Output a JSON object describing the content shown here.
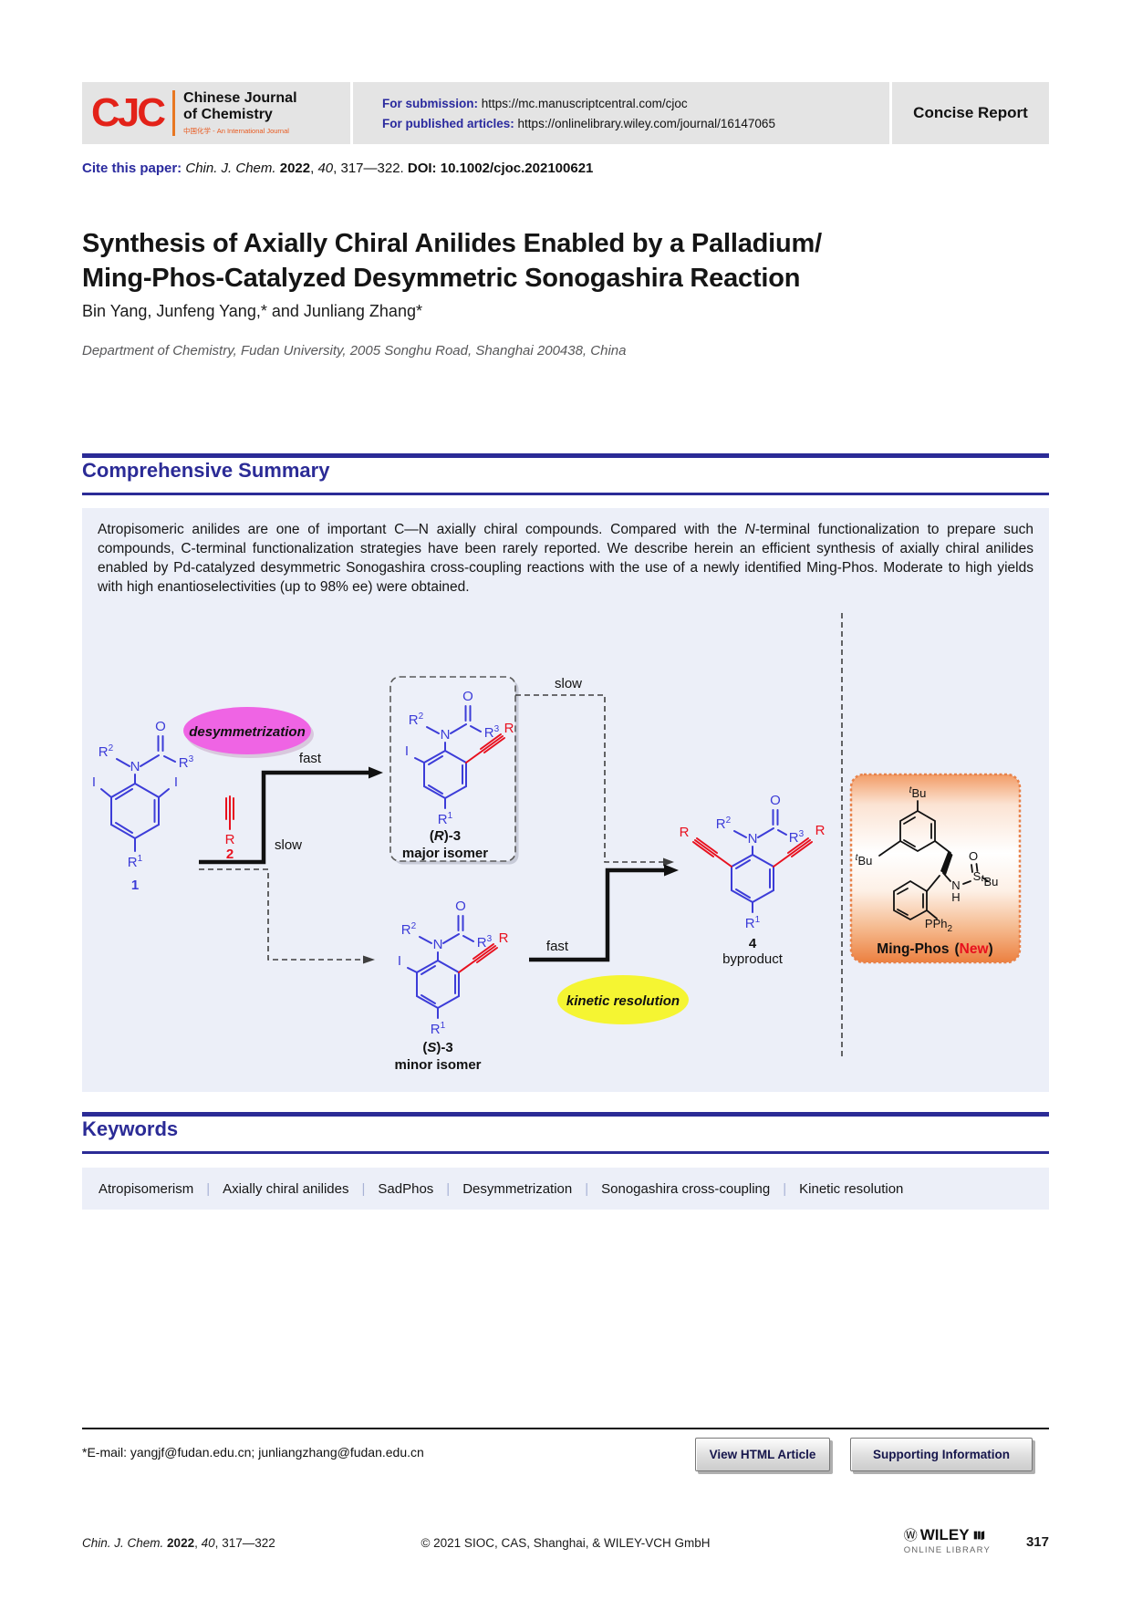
{
  "header": {
    "logo_acronym": "CJC",
    "logo_name_line1": "Chinese Journal",
    "logo_name_line2": "of Chemistry",
    "logo_subtitle": "中国化学 - An International Journal",
    "submission_label": "For submission:",
    "submission_url": "https://mc.manuscriptcentral.com/cjoc",
    "published_label": "For published articles:",
    "published_url": "https://onlinelibrary.wiley.com/journal/16147065",
    "article_type": "Concise Report"
  },
  "citation": {
    "label": "Cite this paper:",
    "journal": "Chin. J. Chem.",
    "year": "2022",
    "volume": "40",
    "comma": ",",
    "pages": "317—322.",
    "doi": "DOI: 10.1002/cjoc.202100621"
  },
  "article": {
    "title_line1": "Synthesis of Axially Chiral Anilides Enabled by a Palladium/",
    "title_line2": "Ming-Phos-Catalyzed Desymmetric Sonogashira Reaction",
    "authors": "Bin Yang, Junfeng Yang,* and Junliang Zhang*",
    "affiliation": "Department of Chemistry, Fudan University, 2005 Songhu Road, Shanghai 200438, China"
  },
  "summary": {
    "heading": "Comprehensive Summary",
    "p1": "Atropisomeric anilides are one of important C—N axially chiral compounds. Compared with the ",
    "n_italic": "N",
    "p2": "-terminal functionalization to prepare such compounds, C-terminal functionalization strategies have been rarely reported. We describe herein an efficient synthesis of axially chiral anilides enabled by Pd-catalyzed desymmetric Sonogashira cross-coupling reactions with the use of a newly identified Ming-Phos. Moderate to high yields with high enantioselectivities (up to 98% ee) were obtained."
  },
  "scheme": {
    "bubble_desymmetrization": "desymmetrization",
    "bubble_kinetic": "kinetic resolution",
    "label_fast_top": "fast",
    "label_slow_left": "slow",
    "label_slow_right": "slow",
    "label_fast_bottom": "fast",
    "compound1_num": "1",
    "compound2_num": "2",
    "major": {
      "pre": "(",
      "stereo": "R",
      "post": ")-",
      "num": "3",
      "caption": "major isomer"
    },
    "minor": {
      "pre": "(",
      "stereo": "S",
      "post": ")-",
      "num": "3",
      "caption": "minor isomer"
    },
    "byproduct_num": "4",
    "byproduct_caption": "byproduct",
    "mingphos_name": "Ming-Phos",
    "mingphos_open": "(",
    "mingphos_new": "New",
    "mingphos_close": ")",
    "atoms": {
      "N": "N",
      "O": "O",
      "I": "I",
      "S": "S",
      "H": "H",
      "R": "R",
      "sup1": "1",
      "sup2": "2",
      "sup3": "3",
      "t": "t",
      "bu": "Bu",
      "pph": "PPh",
      "two": "2"
    }
  },
  "keywords": {
    "heading": "Keywords",
    "items": [
      "Atropisomerism",
      "Axially chiral anilides",
      "SadPhos",
      "Desymmetrization",
      "Sonogashira cross-coupling",
      "Kinetic resolution"
    ]
  },
  "footer": {
    "email_line": "*E-mail: yangjf@fudan.edu.cn; junliangzhang@fudan.edu.cn",
    "view_html_label": "View HTML Article",
    "supporting_label": "Supporting Information",
    "ref_pages": "317—322",
    "copyright": "© 2021 SIOC, CAS, Shanghai, & WILEY-VCH GmbH",
    "wiley_mark": "Ⓦ",
    "wiley_name": "WILEY",
    "wiley_sub": "ONLINE LIBRARY",
    "page_number": "317"
  },
  "colors": {
    "heading_blue": "#2b2b96",
    "link_blue": "#2a2a9e",
    "panel_lavender": "#eceff8",
    "structure_blue": "#3c3cd8",
    "structure_red": "#e8101e",
    "desymmetrization_pink": "#ef64e4",
    "kinetic_yellow": "#f5f532",
    "mingphos_orange": "#ed7c3e",
    "logo_red": "#e32219",
    "logo_orange": "#e87722"
  }
}
